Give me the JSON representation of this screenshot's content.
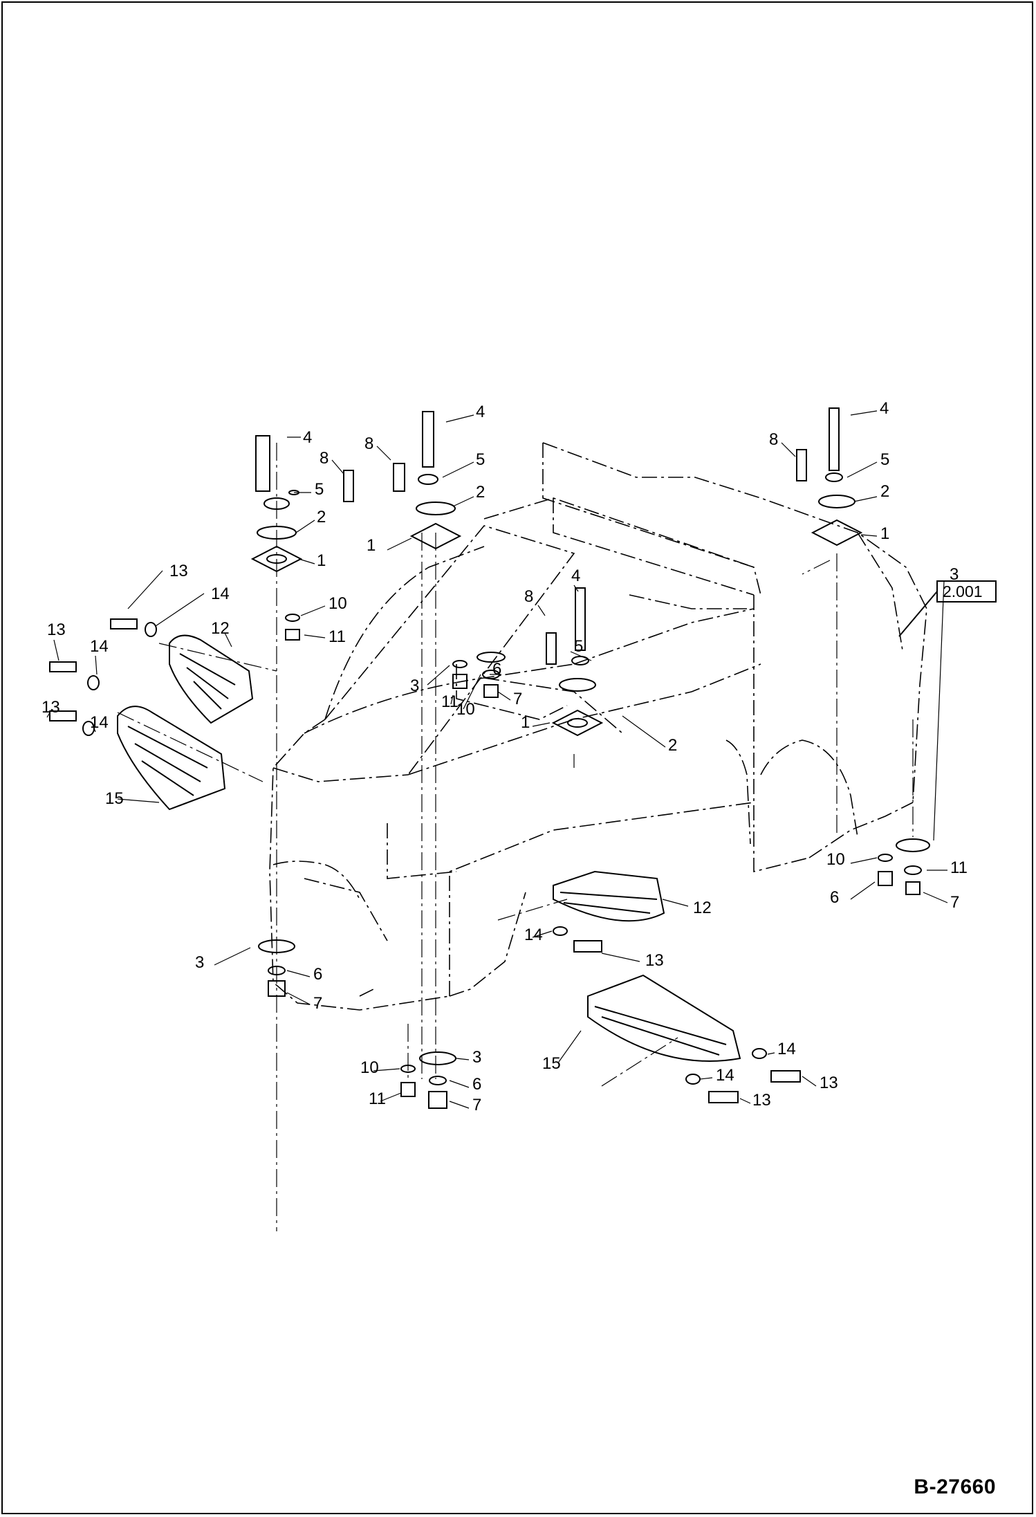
{
  "drawing": {
    "number": "B-27660",
    "reference": "2.001"
  },
  "callouts": [
    "4",
    "8",
    "5",
    "2",
    "1",
    "4",
    "8",
    "5",
    "2",
    "1",
    "4",
    "8",
    "5",
    "2",
    "1",
    "13",
    "14",
    "12",
    "10",
    "11",
    "13",
    "14",
    "13",
    "14",
    "15",
    "4",
    "8",
    "5",
    "3",
    "10",
    "6",
    "11",
    "7",
    "1",
    "2",
    "3",
    "10",
    "6",
    "11",
    "7",
    "12",
    "14",
    "13",
    "3",
    "6",
    "7",
    "10",
    "3",
    "11",
    "6",
    "7",
    "15",
    "14",
    "14",
    "13",
    "13"
  ]
}
